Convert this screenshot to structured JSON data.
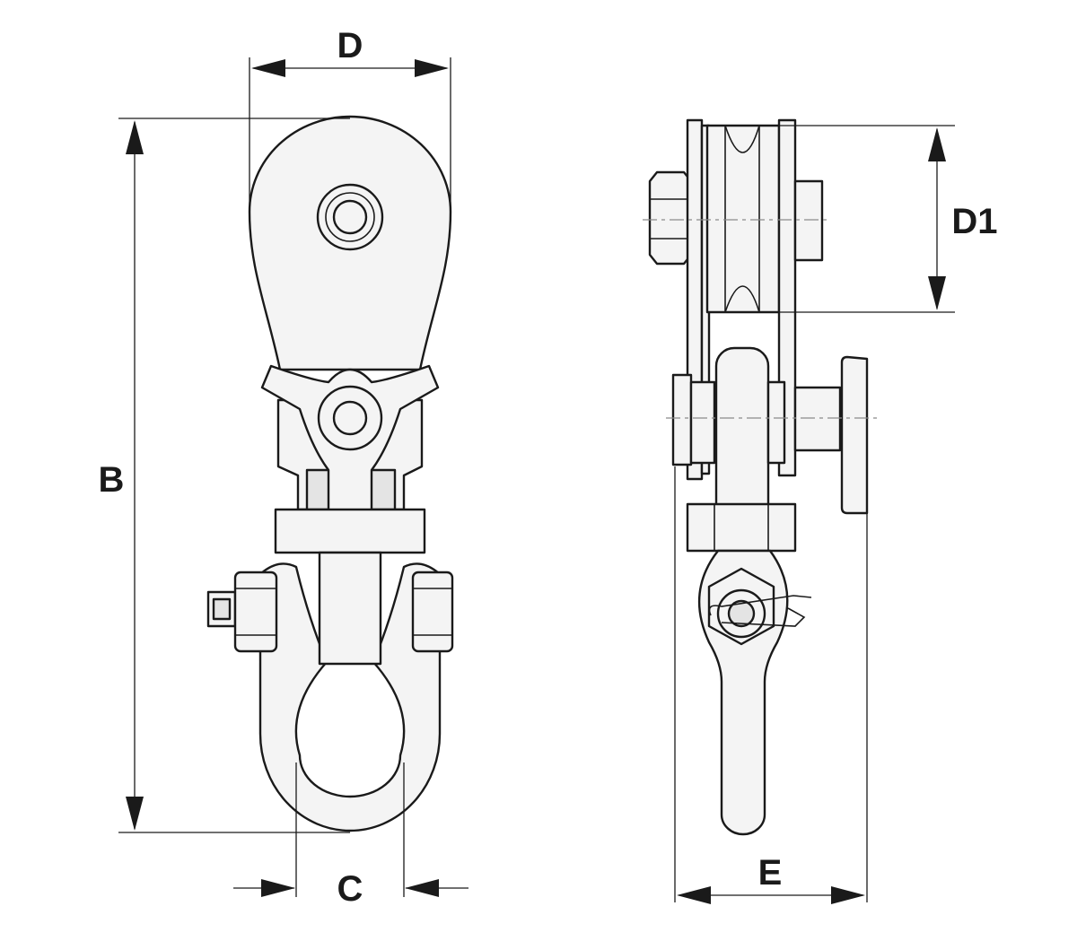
{
  "colors": {
    "line": "#1a1a1a",
    "fill": "#f4f4f4",
    "background": "#ffffff"
  },
  "dimensions": {
    "d": "D",
    "b": "B",
    "c": "C",
    "d1": "D1",
    "e": "E"
  }
}
